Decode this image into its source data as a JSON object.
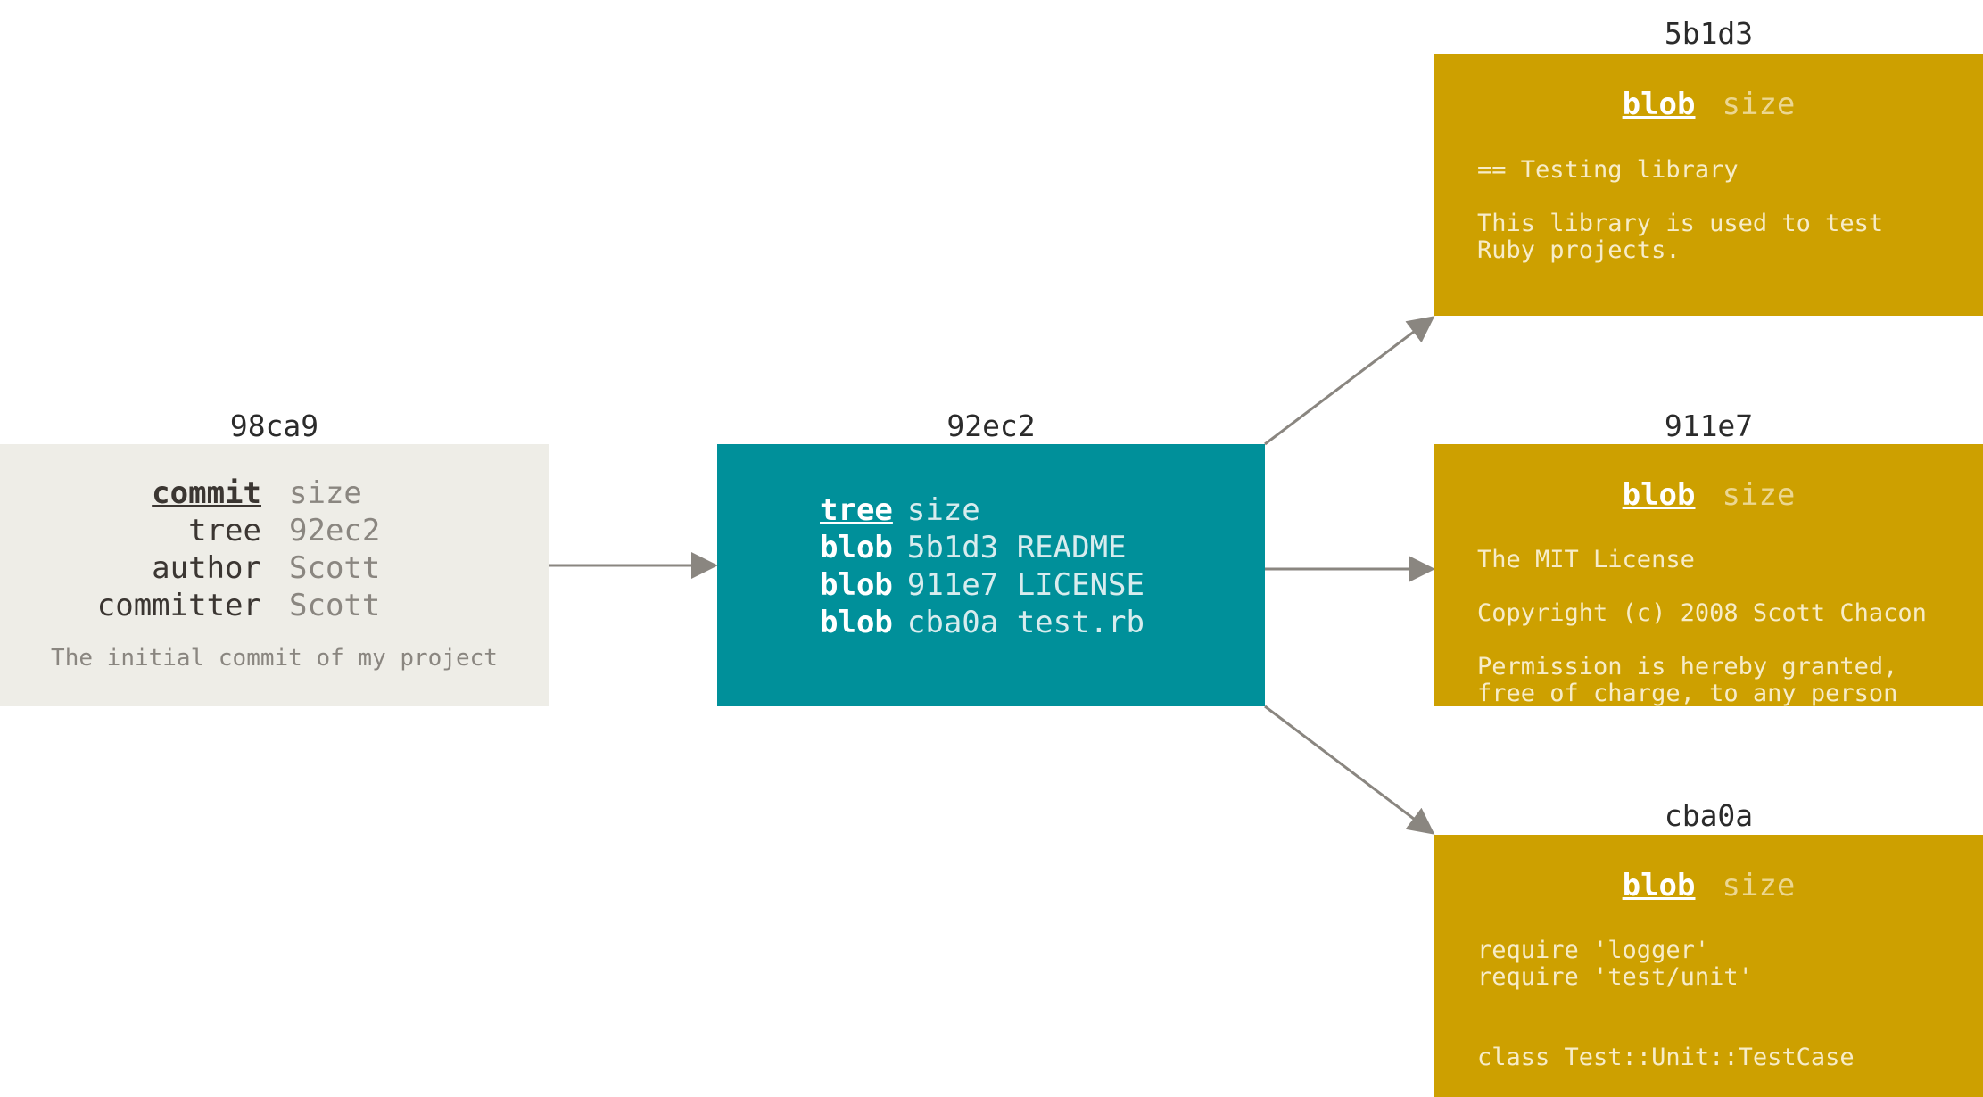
{
  "commit": {
    "hash": "98ca9",
    "rows": [
      {
        "key": "commit",
        "value": "size"
      },
      {
        "key": "tree",
        "value": "92ec2"
      },
      {
        "key": "author",
        "value": "Scott"
      },
      {
        "key": "committer",
        "value": "Scott"
      }
    ],
    "message": "The initial commit of my project"
  },
  "tree": {
    "hash": "92ec2",
    "rows": [
      {
        "key": "tree",
        "value": "size"
      },
      {
        "key": "blob",
        "value": "5b1d3 README"
      },
      {
        "key": "blob",
        "value": "911e7 LICENSE"
      },
      {
        "key": "blob",
        "value": "cba0a test.rb"
      }
    ]
  },
  "blobs": [
    {
      "hash": "5b1d3",
      "key": "blob",
      "value": "size",
      "lines": [
        "== Testing library",
        "This library is used to test",
        "Ruby projects."
      ]
    },
    {
      "hash": "911e7",
      "key": "blob",
      "value": "size",
      "lines": [
        "The MIT License",
        "Copyright (c) 2008 Scott Chacon",
        "Permission is hereby granted,",
        "free of charge, to any person"
      ]
    },
    {
      "hash": "cba0a",
      "key": "blob",
      "value": "size",
      "lines": [
        "require 'logger'",
        "require 'test/unit'",
        "class Test::Unit::TestCase"
      ]
    }
  ],
  "colors": {
    "commit_bg": "#eeede7",
    "tree_bg": "#00909a",
    "blob_bg": "#cda000",
    "arrow": "#8a8680"
  }
}
